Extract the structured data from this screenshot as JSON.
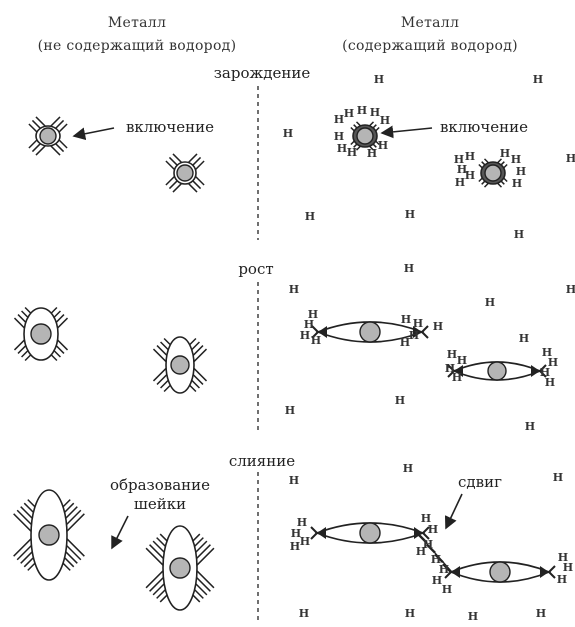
{
  "headers": {
    "left_title": "Металл",
    "left_subtitle": "(не содержащий водород)",
    "right_title": "Металл",
    "right_subtitle": "(содержащий водород)"
  },
  "stages": {
    "nucleation": "зарождение",
    "growth": "рост",
    "coalescence": "слияние"
  },
  "labels": {
    "inclusion_left": "включение",
    "inclusion_right": "включение",
    "necking_line1": "образование",
    "necking_line2": "шейки",
    "shear": "сдвиг"
  },
  "hydrogen_symbol": "H",
  "colors": {
    "ink": "#222222",
    "inclusion_fill": "#b5b5b5",
    "background": "#ffffff"
  }
}
